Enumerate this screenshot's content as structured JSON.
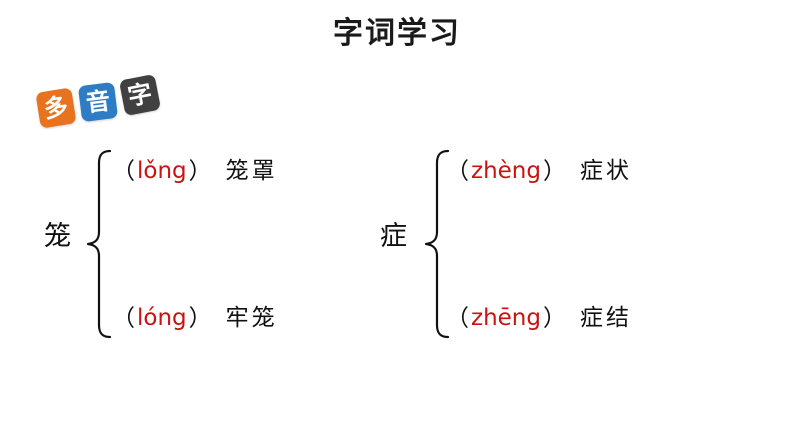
{
  "slide": {
    "title": "字词学习",
    "background_color": "#ffffff"
  },
  "badge": {
    "name": "duo-yin-zi-badge",
    "tiles": [
      {
        "char": "多",
        "color": "#e8731e"
      },
      {
        "char": "音",
        "color": "#2e7dc4"
      },
      {
        "char": "字",
        "color": "#404040"
      }
    ]
  },
  "colors": {
    "pinyin_red": "#cc1111",
    "text_black": "#111111",
    "tile_orange": "#e8731e",
    "tile_blue": "#2e7dc4",
    "tile_gray": "#404040"
  },
  "groups": [
    {
      "id": "long",
      "head_char": "笼",
      "readings": [
        {
          "open_paren": "（",
          "pinyin": "lǒng",
          "close_paren": "）",
          "word": "笼罩"
        },
        {
          "open_paren": "（",
          "pinyin": "lóng",
          "close_paren": "）",
          "word": "牢笼"
        }
      ]
    },
    {
      "id": "zheng",
      "head_char": "症",
      "readings": [
        {
          "open_paren": "（",
          "pinyin": "zhèng",
          "close_paren": "）",
          "word": "症状"
        },
        {
          "open_paren": "（",
          "pinyin": "zhēng",
          "close_paren": "）",
          "word": "症结"
        }
      ]
    }
  ]
}
